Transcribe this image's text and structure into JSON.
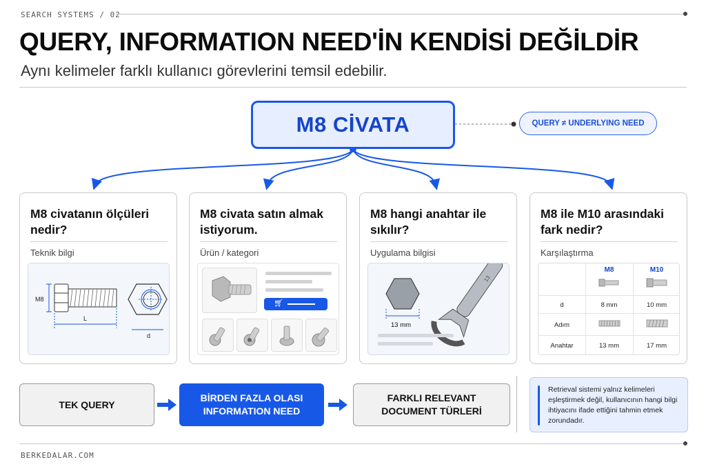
{
  "header": {
    "kicker": "SEARCH SYSTEMS / 02",
    "title": "QUERY, INFORMATION NEED'İN KENDİSİ DEĞİLDİR",
    "subtitle": "Aynı kelimeler farklı kullanıcı görevlerini temsil edebilir."
  },
  "query": {
    "label": "M8 CİVATA",
    "pill": "QUERY ≠ UNDERLYING NEED"
  },
  "cards": [
    {
      "question": "M8 civatanın ölçüleri nedir?",
      "category": "Teknik bilgi",
      "diagram": {
        "side_label": "M8",
        "length_label": "L",
        "diameter_label": "d"
      }
    },
    {
      "question": "M8 civata satın almak istiyorum.",
      "category": "Ürün / kategori",
      "cart_icon": "cart-icon"
    },
    {
      "question": "M8 hangi anahtar ile sıkılır?",
      "category": "Uygulama bilgisi",
      "size_label": "13 mm",
      "wrench_mark": "13"
    },
    {
      "question": "M8 ile M10 arasındaki fark nedir?",
      "category": "Karşılaştırma",
      "table": {
        "columns": [
          "M8",
          "M10"
        ],
        "rows": [
          {
            "label": "d",
            "values": [
              "8 mm",
              "10 mm"
            ]
          },
          {
            "label": "Adım",
            "values": [
              "",
              ""
            ]
          },
          {
            "label": "Anahtar",
            "values": [
              "13 mm",
              "17 mm"
            ]
          }
        ]
      }
    }
  ],
  "flow": {
    "step1": "TEK QUERY",
    "step2": "BİRDEN FAZLA OLASI INFORMATION NEED",
    "step3": "FARKLI RELEVANT DOCUMENT TÜRLERİ"
  },
  "note": "Retrieval sistemi yalnız kelimeleri eşleştirmek değil, kullanıcının hangi bilgi ihtiyacını ifade ettiğini tahmin etmek zorundadır.",
  "footer": "BERKEDALAR.COM",
  "colors": {
    "accent": "#1858e6",
    "accent_light": "#e6eeff",
    "border": "#c9c9c9"
  }
}
